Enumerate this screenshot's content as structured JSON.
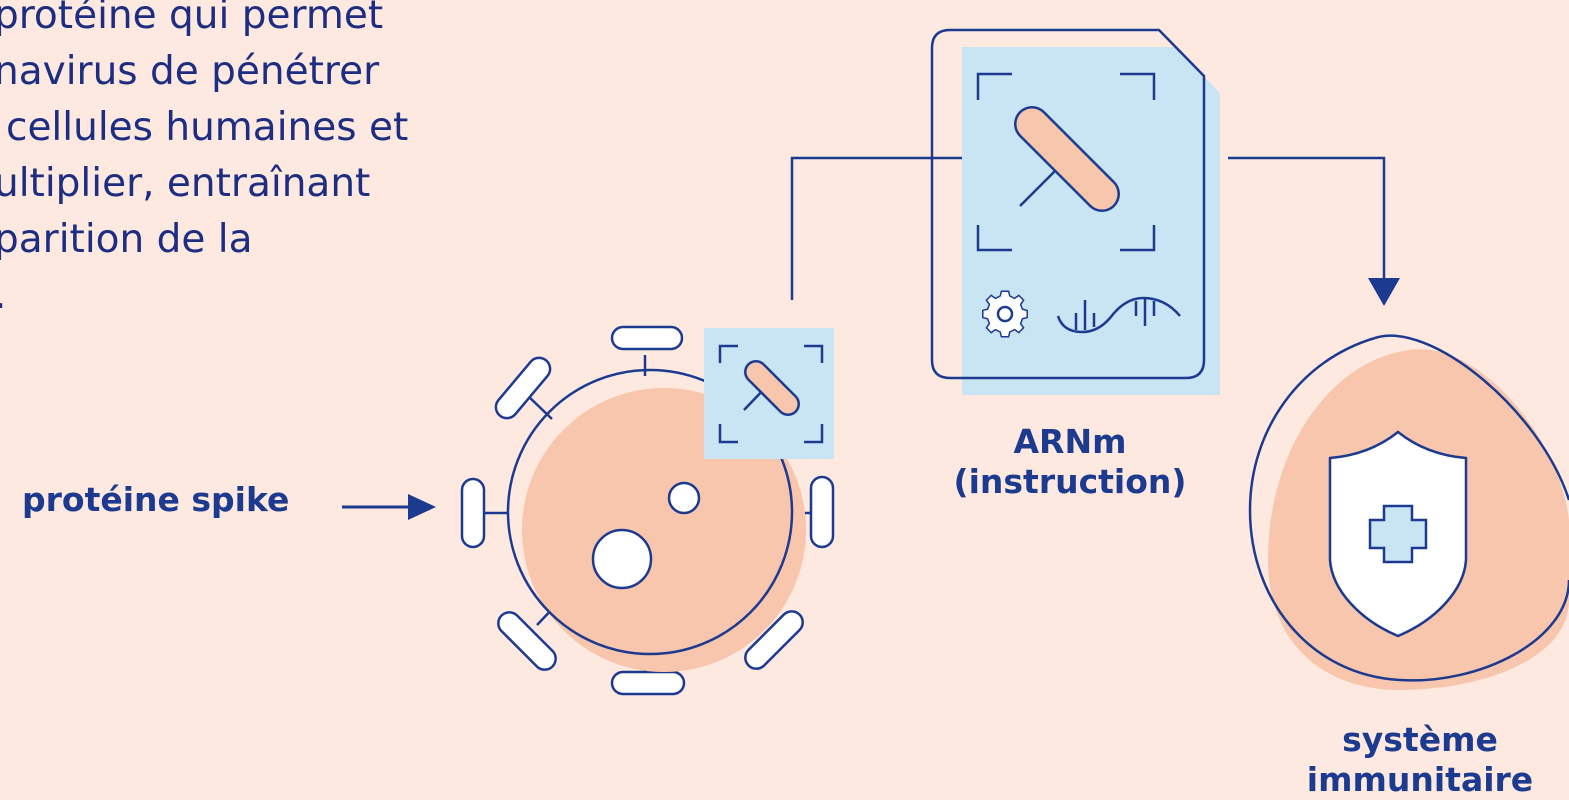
{
  "paragraph": {
    "lines": [
      "protéine qui permet",
      "navirus de pénétrer",
      "cellules humaines et",
      "ultiplier, entraînant",
      "parition de la",
      "."
    ]
  },
  "labels": {
    "spike": "protéine spike",
    "arnm_line1": "ARNm",
    "arnm_line2": "(instruction)",
    "immune_line1": "système",
    "immune_line2": "immunitaire"
  },
  "colors": {
    "background": "#fde9df",
    "navy": "#1c3a8f",
    "peach": "#f8c6ad",
    "light_blue": "#c9e4f3",
    "white": "#ffffff"
  },
  "icons": [
    "virus-icon",
    "spike-protein-icon",
    "mrna-document-icon",
    "gear-icon",
    "rna-strand-icon",
    "immune-cell-icon",
    "shield-icon",
    "cross-icon"
  ]
}
